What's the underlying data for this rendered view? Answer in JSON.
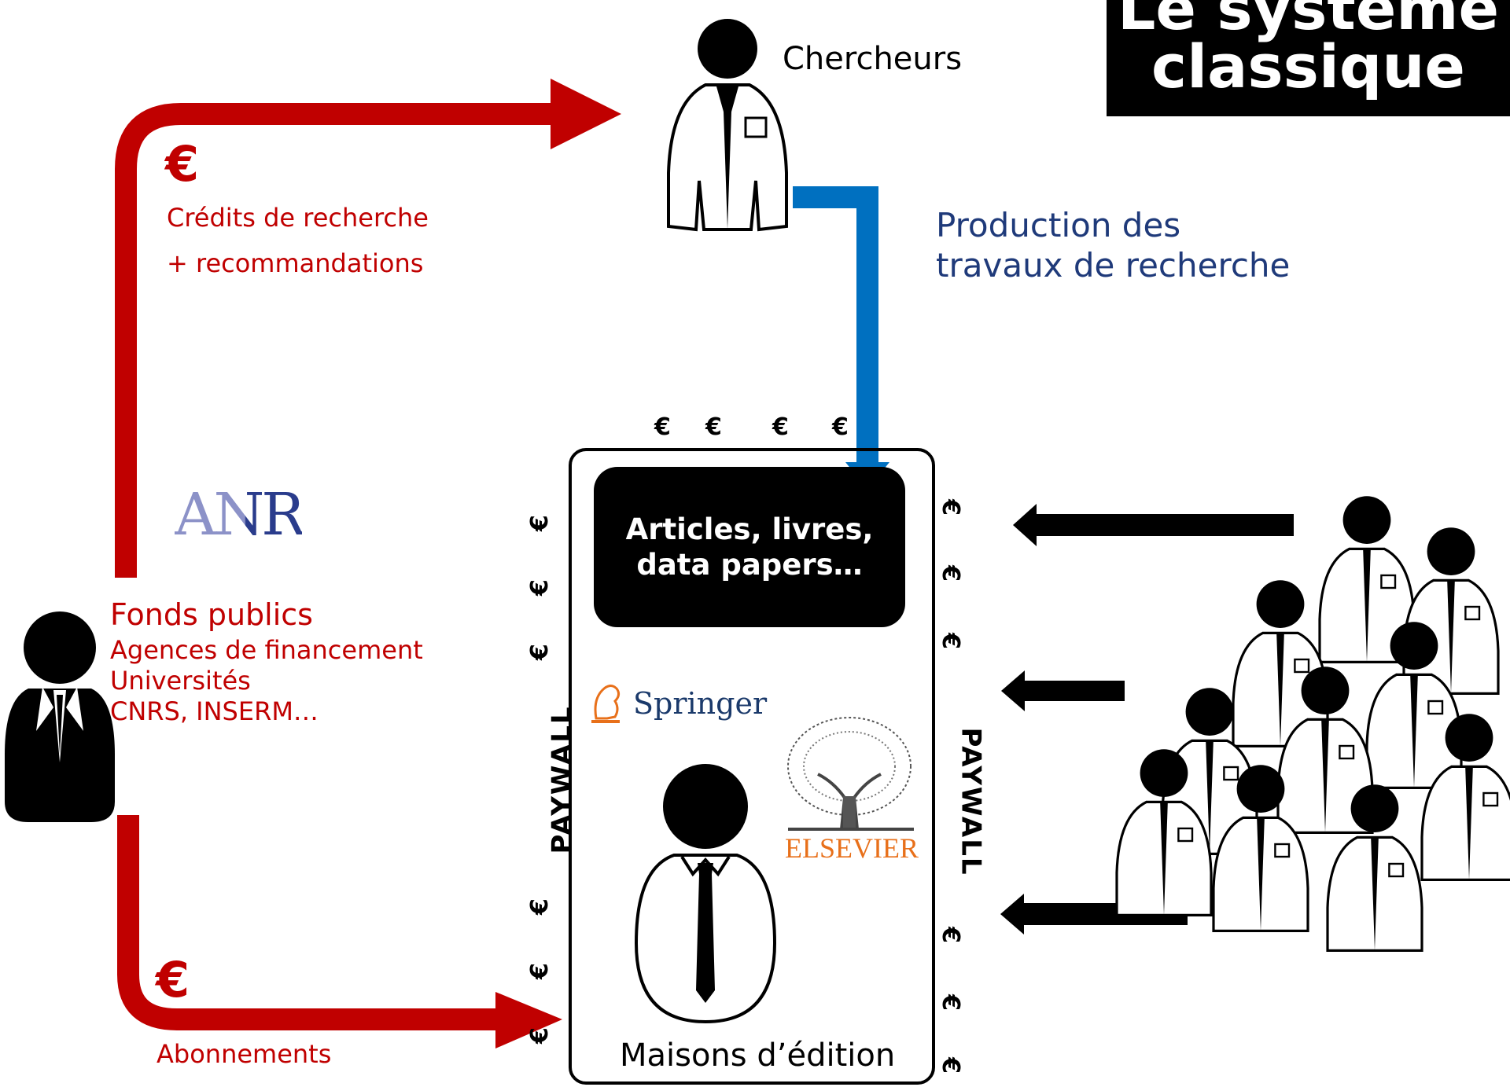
{
  "title": {
    "line1": "Le système",
    "line2": "classique"
  },
  "researchers": {
    "label": "Chercheurs"
  },
  "funding": {
    "euro_symbol": "€",
    "credits_label": "Crédits de recherche",
    "recommendations_label": "+ recommandations",
    "public_funds_label": "Fonds publics",
    "agencies_label": "Agences de financement",
    "universities_label": "Universités",
    "institutes_label": "CNRS, INSERM…",
    "subscriptions_label": "Abonnements"
  },
  "production": {
    "line1": "Production des",
    "line2": "travaux de recherche"
  },
  "publisher": {
    "articles_line1": "Articles, livres,",
    "articles_line2": "data papers…",
    "label": "Maisons d’édition",
    "paywall_label": "PAYWALL",
    "euro_symbol": "€"
  },
  "logos": {
    "anr": "ANR",
    "springer": "Springer",
    "elsevier": "ELSEVIER"
  },
  "colors": {
    "funding_red": "#C00000",
    "production_blue": "#0070C0",
    "navy_text": "#1F3A7A",
    "black": "#000000"
  },
  "icons": [
    "researcher-icon",
    "funder-icon",
    "publisher-icon",
    "researchers-group-icon",
    "springer-horse-icon",
    "elsevier-tree-icon"
  ]
}
